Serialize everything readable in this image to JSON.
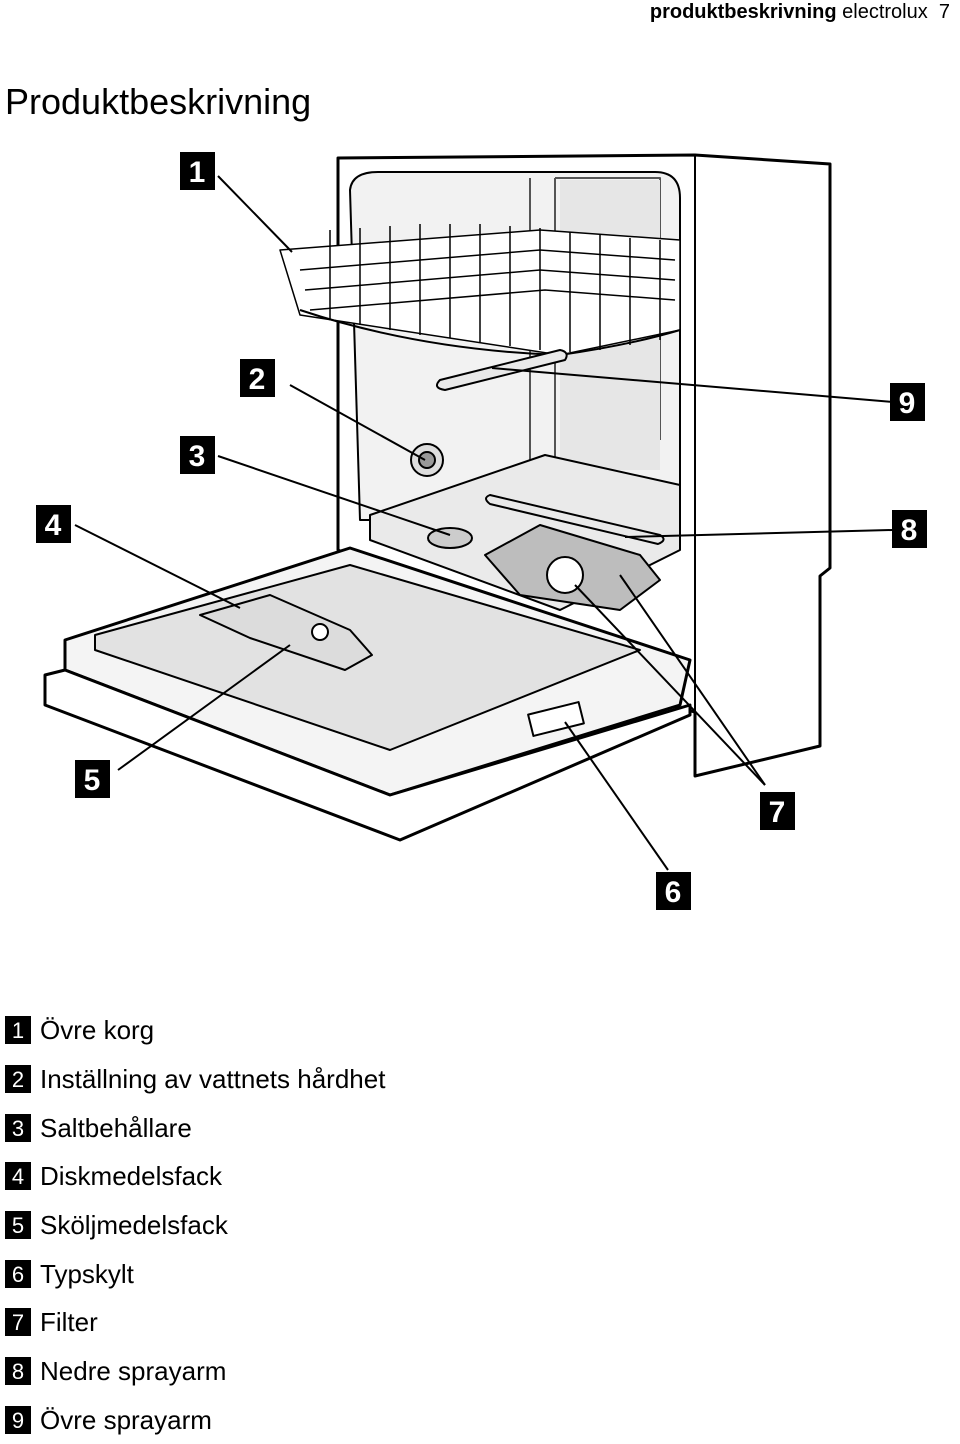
{
  "header": {
    "section": "produktbeskrivning",
    "brand": "electrolux",
    "page_number": "7"
  },
  "title": "Produktbeskrivning",
  "figure": {
    "callouts": [
      "1",
      "2",
      "3",
      "4",
      "5",
      "6",
      "7",
      "8",
      "9"
    ]
  },
  "legend": [
    {
      "num": "1",
      "text": "Övre korg"
    },
    {
      "num": "2",
      "text": "Inställning av vattnets hårdhet"
    },
    {
      "num": "3",
      "text": "Saltbehållare"
    },
    {
      "num": "4",
      "text": "Diskmedelsfack"
    },
    {
      "num": "5",
      "text": "Sköljmedelsfack"
    },
    {
      "num": "6",
      "text": "Typskylt"
    },
    {
      "num": "7",
      "text": "Filter"
    },
    {
      "num": "8",
      "text": "Nedre sprayarm"
    },
    {
      "num": "9",
      "text": "Övre sprayarm"
    }
  ]
}
